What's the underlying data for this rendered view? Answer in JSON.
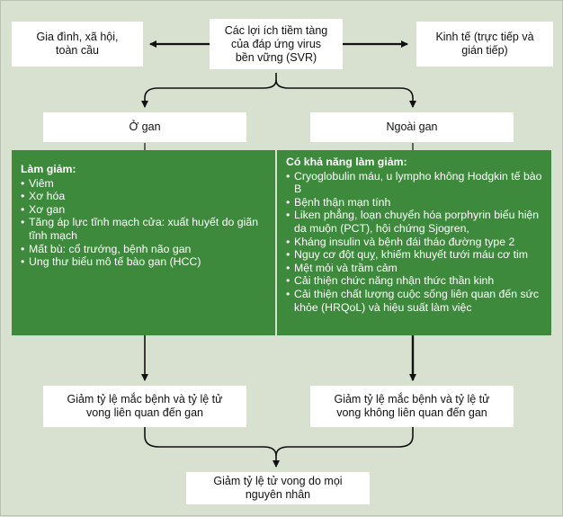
{
  "top": {
    "left_box": [
      "Gia đình, xã hội,",
      "toàn cầu"
    ],
    "center_box": [
      "Các lợi ích tiềm tàng",
      "của đáp ứng virus",
      "bền vững (SVR)"
    ],
    "right_box": [
      "Kinh tế (trực tiếp và",
      "gián tiếp)"
    ]
  },
  "branches": {
    "liver_label": "Ở gan",
    "extrahepatic_label": "Ngoài gan"
  },
  "liver_panel": {
    "heading": "Làm giảm:",
    "items": [
      "Viêm",
      "Xơ hóa",
      "Xơ gan",
      "Tăng áp  lực tĩnh mạch cửa: xuất huyết do giãn tĩnh mạch",
      "Mất bù: cổ trướng, bệnh não gan",
      "Ung thư biểu mô tế bào gan (HCC)"
    ]
  },
  "extra_panel": {
    "heading": "Có khả năng làm giảm:",
    "items": [
      "Cryoglobulin máu, u lympho không Hodgkin tế bào B",
      "Bệnh thận mạn tính",
      "Liken phẳng, loạn chuyển hóa porphyrin biểu hiện da muộn (PCT), hội chứng Sjogren,",
      "Kháng insulin và bệnh đái tháo đường type 2",
      "Nguy cơ đột quỵ, khiếm khuyết tưới máu cơ tim",
      "Mệt mỏi và trầm cảm",
      "Cải thiện chức năng nhận thức thần kinh",
      "Cải thiện chất lượng cuộc sống liên quan đến sức khỏe (HRQoL) và hiệu suất làm việc"
    ]
  },
  "outcomes": {
    "liver": [
      "Giảm tỷ lệ mắc bệnh và tỷ lệ tử",
      "vong liên quan đến gan"
    ],
    "extra": [
      "Giảm tỷ lệ mắc bệnh và tỷ lệ tử",
      "vong không liên quan đến gan"
    ],
    "final": [
      "Giảm tỷ lệ tử vong do mọi",
      "nguyên nhân"
    ]
  }
}
